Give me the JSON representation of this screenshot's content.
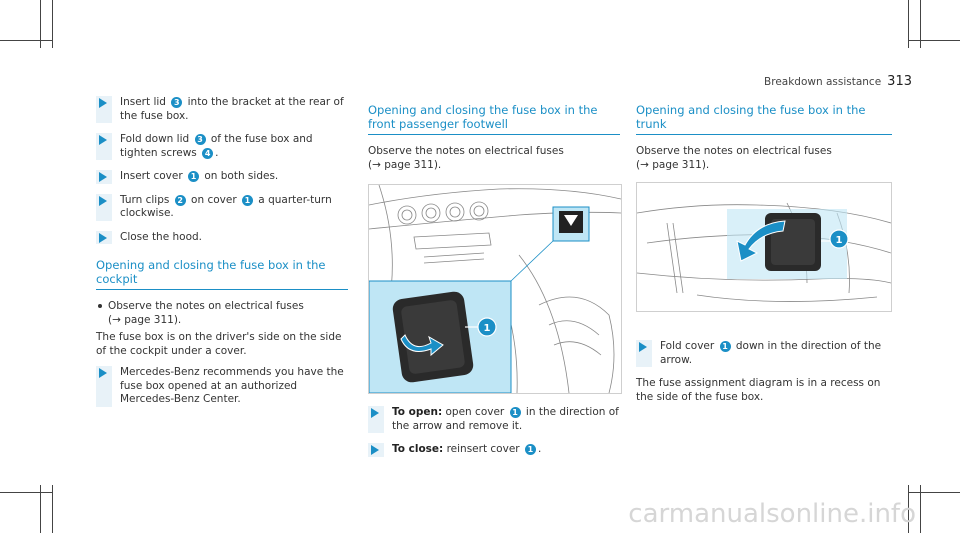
{
  "header": {
    "section": "Breakdown assistance",
    "page_number": "313"
  },
  "col1": {
    "steps_top": [
      {
        "id": "s1",
        "parts": [
          "Insert lid ",
          "3",
          " into the bracket at the rear of the fuse box."
        ]
      },
      {
        "id": "s2",
        "parts": [
          "Fold down lid ",
          "3",
          " of the fuse box and tighten screws ",
          "4",
          "."
        ]
      },
      {
        "id": "s3",
        "parts": [
          "Insert cover ",
          "1",
          " on both sides."
        ]
      },
      {
        "id": "s4",
        "parts": [
          "Turn clips ",
          "2",
          " on cover ",
          "1",
          " a quarter-turn clockwise."
        ]
      },
      {
        "id": "s5",
        "parts": [
          "Close the hood."
        ]
      }
    ],
    "heading": "Opening and closing the fuse box in the cockpit",
    "bullet_line1": "Observe the notes on electrical fuses",
    "bullet_line2": "(→ page 311).",
    "para": "The fuse box is on the driver's side on the side of the cockpit under a cover.",
    "step_final": "Mercedes-Benz recommends you have the fuse box opened at an authorized Mercedes-Benz Center."
  },
  "col2": {
    "heading": "Opening and closing the fuse box in the front passenger footwell",
    "para_line1": "Observe the notes on electrical fuses",
    "para_line2": "(→ page 311).",
    "figure_callout": "1",
    "step1_label": "To open:",
    "step1_a": " open cover ",
    "step1_num": "1",
    "step1_b": " in the direction of the arrow and remove it.",
    "step2_label": "To close:",
    "step2_a": " reinsert cover ",
    "step2_num": "1",
    "step2_b": "."
  },
  "col3": {
    "heading": "Opening and closing the fuse box in the trunk",
    "para_line1": "Observe the notes on electrical fuses",
    "para_line2": "(→ page 311).",
    "figure_callout": "1",
    "step_a": "Fold cover ",
    "step_num": "1",
    "step_b": " down in the direction of the arrow.",
    "para_final": "The fuse assignment diagram is in a recess on the side of the fuse box."
  },
  "colors": {
    "accent": "#1b8fc6",
    "highlight": "#e8f2f8",
    "figure_blue": "#bfe6f5"
  },
  "footer": {
    "watermark": "carmanualsonline.info"
  }
}
